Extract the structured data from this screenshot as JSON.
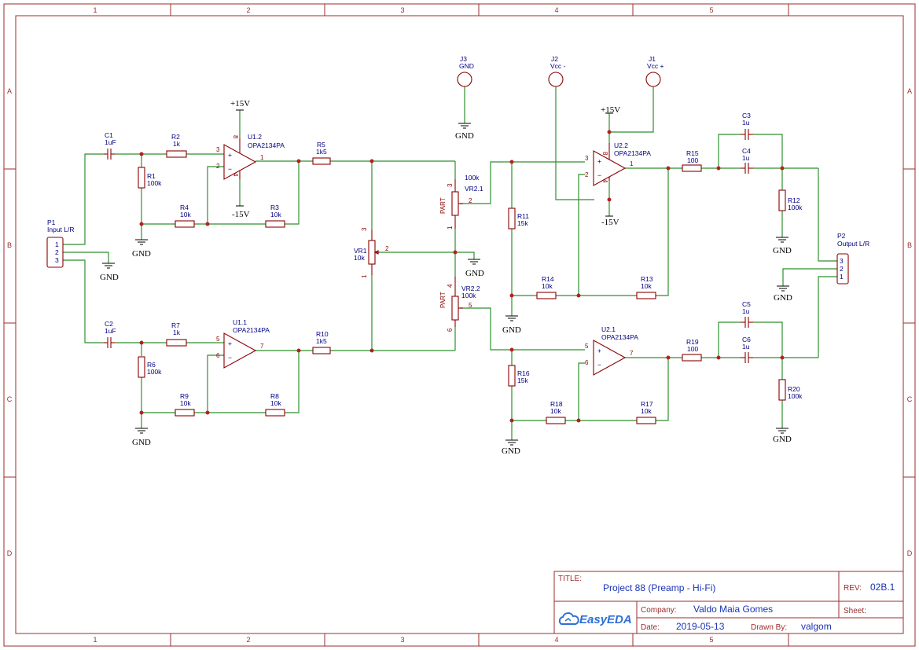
{
  "frame": {
    "col_labels": [
      "1",
      "2",
      "3",
      "4",
      "5"
    ],
    "row_labels": [
      "A",
      "B",
      "C",
      "D"
    ]
  },
  "title_block": {
    "title_label": "TITLE:",
    "title": "Project 88 (Preamp - Hi-Fi)",
    "rev_label": "REV:",
    "rev": "02B.1",
    "company_label": "Company:",
    "company": "Valdo Maia Gomes",
    "sheet_label": "Sheet:",
    "date_label": "Date:",
    "date": "2019-05-13",
    "drawn_label": "Drawn By:",
    "drawn_by": "valgom",
    "logo": "EasyEDA",
    "logo_icon": "cloud-icon"
  },
  "components": {
    "C1": {
      "ref": "C1",
      "value": "1uF"
    },
    "C2": {
      "ref": "C2",
      "value": "1uF"
    },
    "C3": {
      "ref": "C3",
      "value": "1u"
    },
    "C4": {
      "ref": "C4",
      "value": "1u"
    },
    "C5": {
      "ref": "C5",
      "value": "1u"
    },
    "C6": {
      "ref": "C6",
      "value": "1u"
    },
    "R1": {
      "ref": "R1",
      "value": "100k"
    },
    "R2": {
      "ref": "R2",
      "value": "1k"
    },
    "R3": {
      "ref": "R3",
      "value": "10k"
    },
    "R4": {
      "ref": "R4",
      "value": "10k"
    },
    "R5": {
      "ref": "R5",
      "value": "1k5"
    },
    "R6": {
      "ref": "R6",
      "value": "100k"
    },
    "R7": {
      "ref": "R7",
      "value": "1k"
    },
    "R8": {
      "ref": "R8",
      "value": "10k"
    },
    "R9": {
      "ref": "R9",
      "value": "10k"
    },
    "R10": {
      "ref": "R10",
      "value": "1k5"
    },
    "R11": {
      "ref": "R11",
      "value": "15k"
    },
    "R12": {
      "ref": "R12",
      "value": "100k"
    },
    "R13": {
      "ref": "R13",
      "value": "10k"
    },
    "R14": {
      "ref": "R14",
      "value": "10k"
    },
    "R15": {
      "ref": "R15",
      "value": "100"
    },
    "R16": {
      "ref": "R16",
      "value": "15k"
    },
    "R17": {
      "ref": "R17",
      "value": "10k"
    },
    "R18": {
      "ref": "R18",
      "value": "10k"
    },
    "R19": {
      "ref": "R19",
      "value": "100"
    },
    "R20": {
      "ref": "R20",
      "value": "100k"
    },
    "U1_1": {
      "ref": "U1.1",
      "value": "OPA2134PA"
    },
    "U1_2": {
      "ref": "U1.2",
      "value": "OPA2134PA"
    },
    "U2_1": {
      "ref": "U2.1",
      "value": "OPA2134PA"
    },
    "U2_2": {
      "ref": "U2.2",
      "value": "OPA2134PA"
    },
    "VR1": {
      "ref": "VR1",
      "value": "10k"
    },
    "VR2_1": {
      "ref": "VR2.1",
      "value": "100k"
    },
    "VR2_2": {
      "ref": "VR2.2",
      "value": "100k"
    },
    "P1": {
      "ref": "P1",
      "value": "Input L/R"
    },
    "P2": {
      "ref": "P2",
      "value": "Output L/R"
    },
    "J1": {
      "ref": "J1",
      "value": "Vcc +"
    },
    "J2": {
      "ref": "J2",
      "value": "Vcc -"
    },
    "J3": {
      "ref": "J3",
      "value": "GND"
    }
  },
  "nets": {
    "gnd": "GND",
    "vpos": "+15V",
    "vneg": "-15V"
  },
  "pot_tag": "PART"
}
